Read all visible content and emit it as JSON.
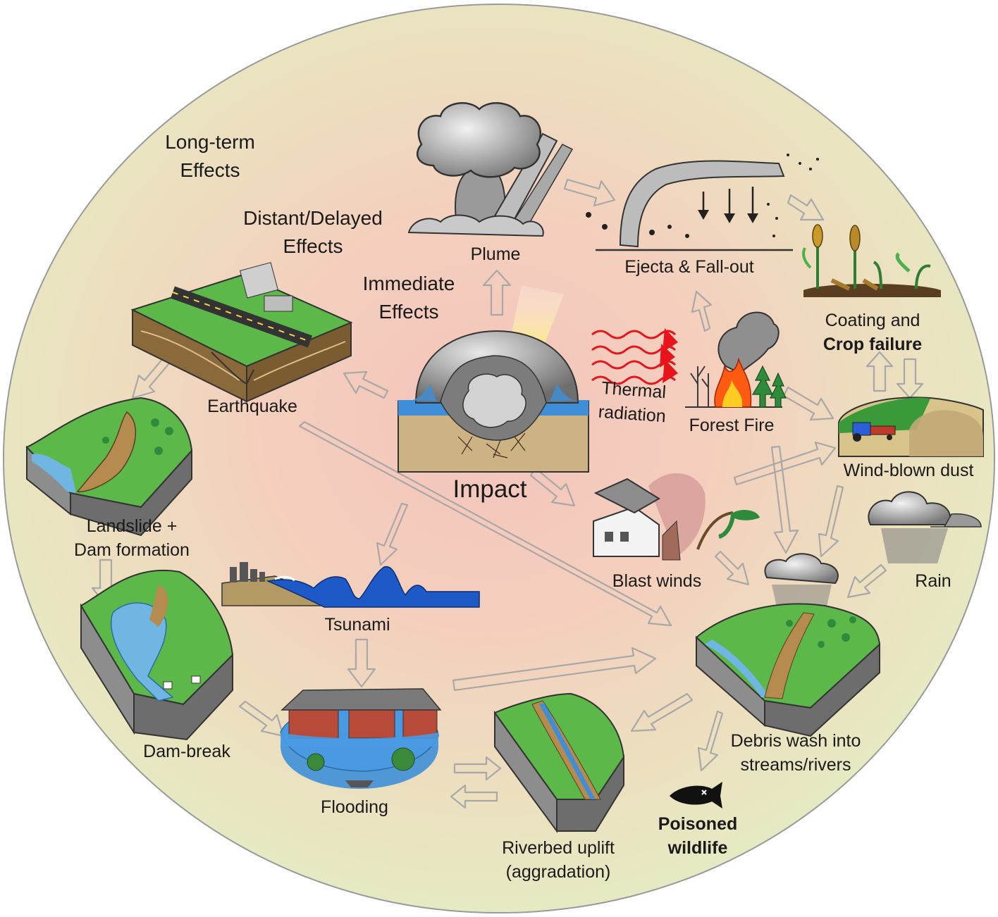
{
  "zones": {
    "long_term": [
      "Long-term",
      "Effects"
    ],
    "distant": [
      "Distant/Delayed",
      "Effects"
    ],
    "immediate": [
      "Immediate",
      "Effects"
    ]
  },
  "center": {
    "label": "Impact"
  },
  "nodes": {
    "plume": "Plume",
    "ejecta": "Ejecta & Fall-out",
    "coating": [
      "Coating and",
      "Crop failure"
    ],
    "thermal": [
      "Thermal",
      "radiation"
    ],
    "forest_fire": "Forest Fire",
    "wind_dust": "Wind-blown dust",
    "earthquake": "Earthquake",
    "landslide": [
      "Landslide +",
      "Dam formation"
    ],
    "blast": "Blast winds",
    "rain": "Rain",
    "tsunami": "Tsunami",
    "dam_break": "Dam-break",
    "flooding": "Flooding",
    "riverbed": [
      "Riverbed uplift",
      "(aggradation)"
    ],
    "debris": [
      "Debris wash into",
      "streams/rivers"
    ],
    "poisoned": [
      "Poisoned",
      "wildlife"
    ]
  },
  "colors": {
    "outer_ring": "#e9ecc4",
    "inner_glow": "#f4c7bb",
    "water": "#3f8fd8",
    "grass": "#5cb848",
    "soil": "#8a6a3a",
    "fire": "#ff5a12",
    "thermal_arrow": "#e8141b"
  }
}
